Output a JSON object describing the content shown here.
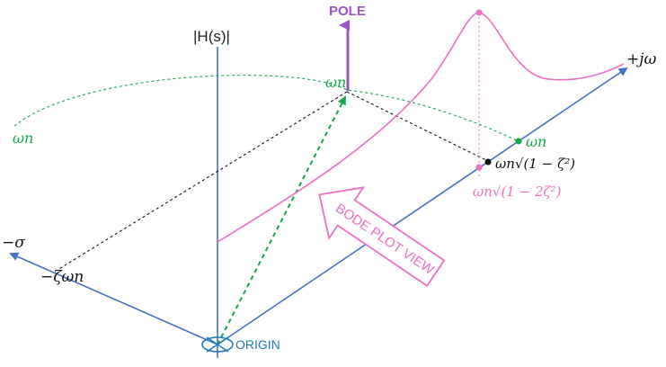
{
  "colors": {
    "axis": "#4472c4",
    "origin": "#1f7ab5",
    "pink": "#ee6fc5",
    "green": "#14a84b",
    "purple": "#9955cc",
    "black": "#111111"
  },
  "labels": {
    "h_axis": "|H(s)|",
    "pole": "POLE",
    "jw_axis": "+jω",
    "sigma_axis": "−σ",
    "neg_zeta_wn": "−ζωn",
    "wn_left": "ωn",
    "wn_top": "ωn",
    "wn_right": "ωn",
    "wd": "ωn√(1 − ζ²)",
    "wr": "ωn√(1 − 2ζ²)",
    "bode_arrow": "BODE PLOT VIEW",
    "origin": "ORIGIN"
  },
  "icons": {
    "origin_marker": "circle-cross-icon"
  }
}
